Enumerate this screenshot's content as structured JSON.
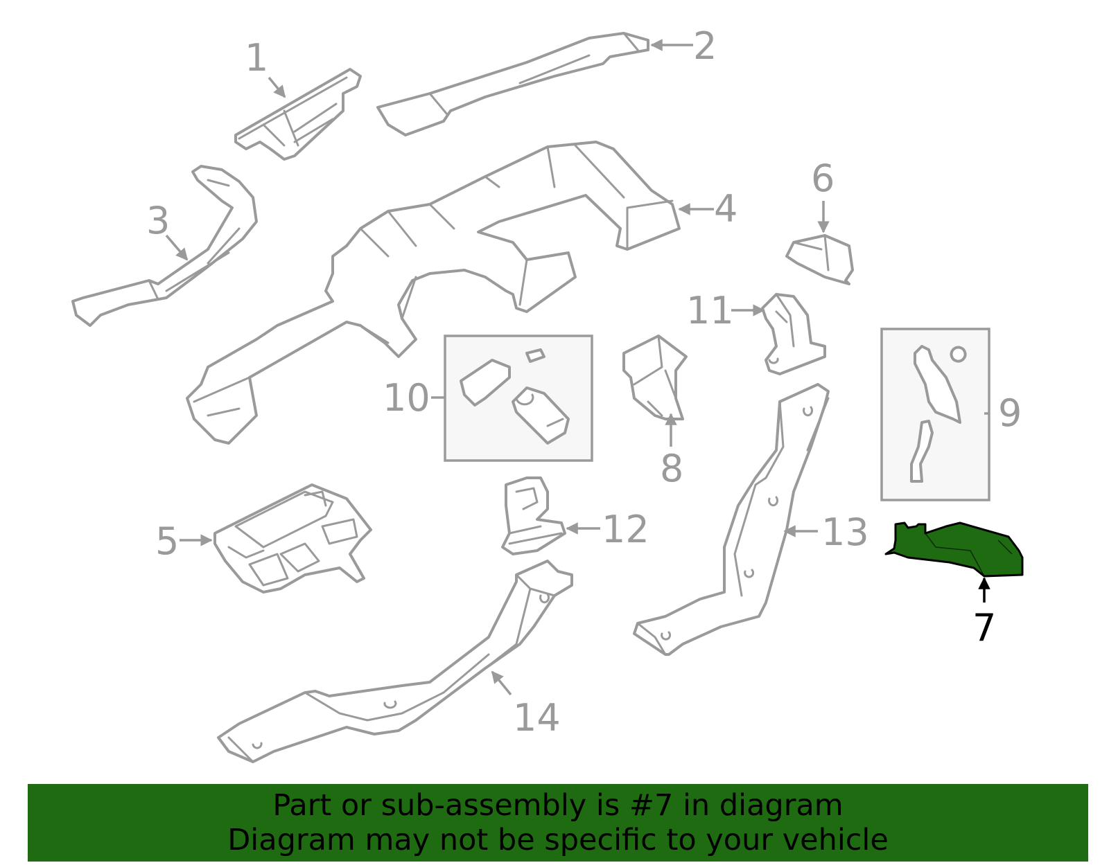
{
  "callouts": {
    "c1": "1",
    "c2": "2",
    "c3": "3",
    "c4": "4",
    "c5": "5",
    "c6": "6",
    "c7": "7",
    "c8": "8",
    "c9": "9",
    "c10": "10",
    "c11": "11",
    "c12": "12",
    "c13": "13",
    "c14": "14"
  },
  "highlight": {
    "part": "7",
    "color": "#1f6b12"
  },
  "banner": {
    "line1": "Part or sub-assembly is #7 in diagram",
    "line2": "Diagram may not be specific to your vehicle"
  }
}
